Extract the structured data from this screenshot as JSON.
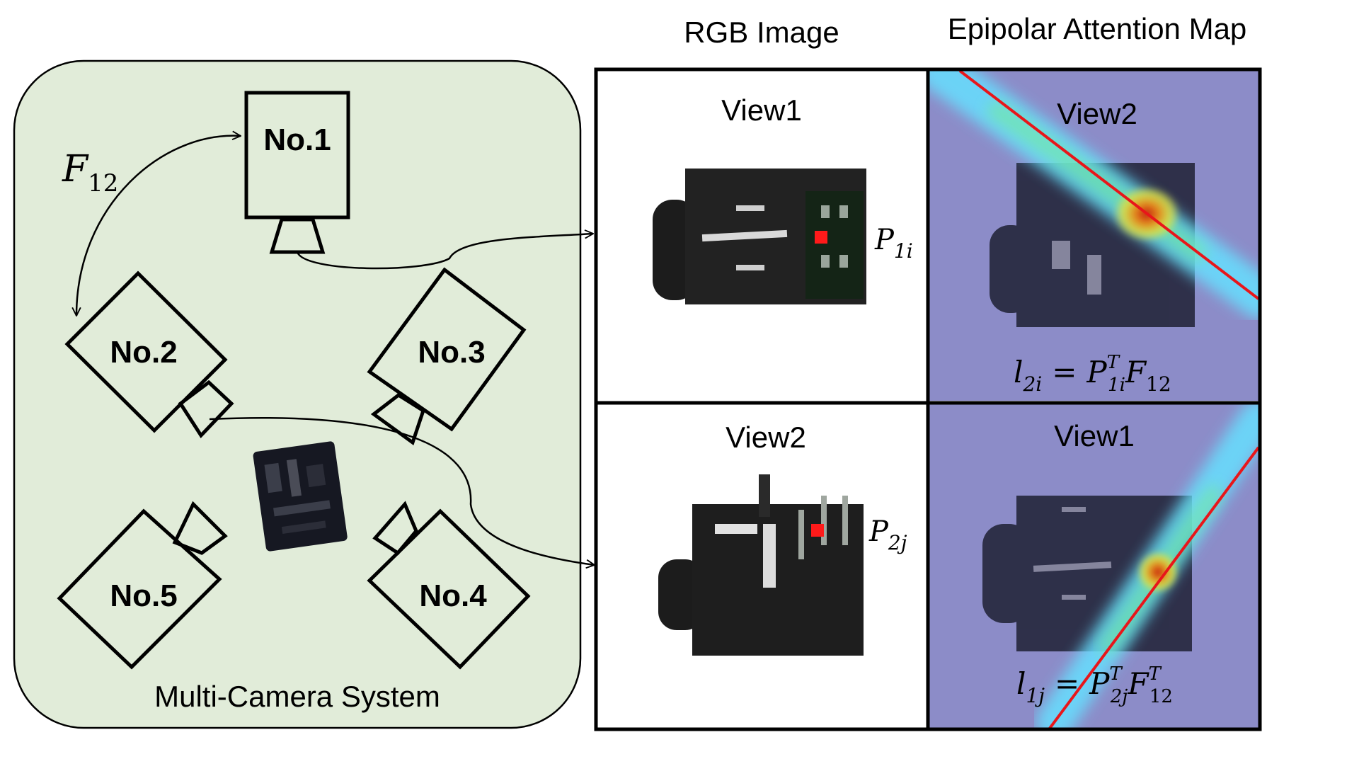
{
  "headers": {
    "rgb": "RGB Image",
    "attention": "Epipolar Attention Map"
  },
  "system": {
    "caption": "Multi-Camera System",
    "background": "#e1ecd9",
    "relation_main": "F",
    "relation_sub": "12",
    "cameras": [
      {
        "id": "cam1",
        "label": "No.1"
      },
      {
        "id": "cam2",
        "label": "No.2"
      },
      {
        "id": "cam3",
        "label": "No.3"
      },
      {
        "id": "cam4",
        "label": "No.4"
      },
      {
        "id": "cam5",
        "label": "No.5"
      }
    ]
  },
  "panels": {
    "top_rgb": {
      "view": "View1",
      "point_main": "P",
      "point_sub": "1i"
    },
    "top_att": {
      "view": "View2",
      "eq_lhs_main": "l",
      "eq_lhs_sub": "2i",
      "eq_op": "=",
      "eq_p_main": "P",
      "eq_p_sup": "T",
      "eq_p_sub": "1i",
      "eq_f_main": "F",
      "eq_f_sub": "12"
    },
    "bot_rgb": {
      "view": "View2",
      "point_main": "P",
      "point_sub": "2j"
    },
    "bot_att": {
      "view": "View1",
      "eq_lhs_main": "l",
      "eq_lhs_sub": "1j",
      "eq_op": "=",
      "eq_p_main": "P",
      "eq_p_sup": "T",
      "eq_p_sub": "2j",
      "eq_f_main": "F",
      "eq_f_sup": "T",
      "eq_f_sub": "12"
    }
  },
  "colors": {
    "point_marker": "#ff1a1a",
    "epipolar_line": "#e8161a",
    "attention_background": "#8c8cc8",
    "stroke": "#000000"
  }
}
